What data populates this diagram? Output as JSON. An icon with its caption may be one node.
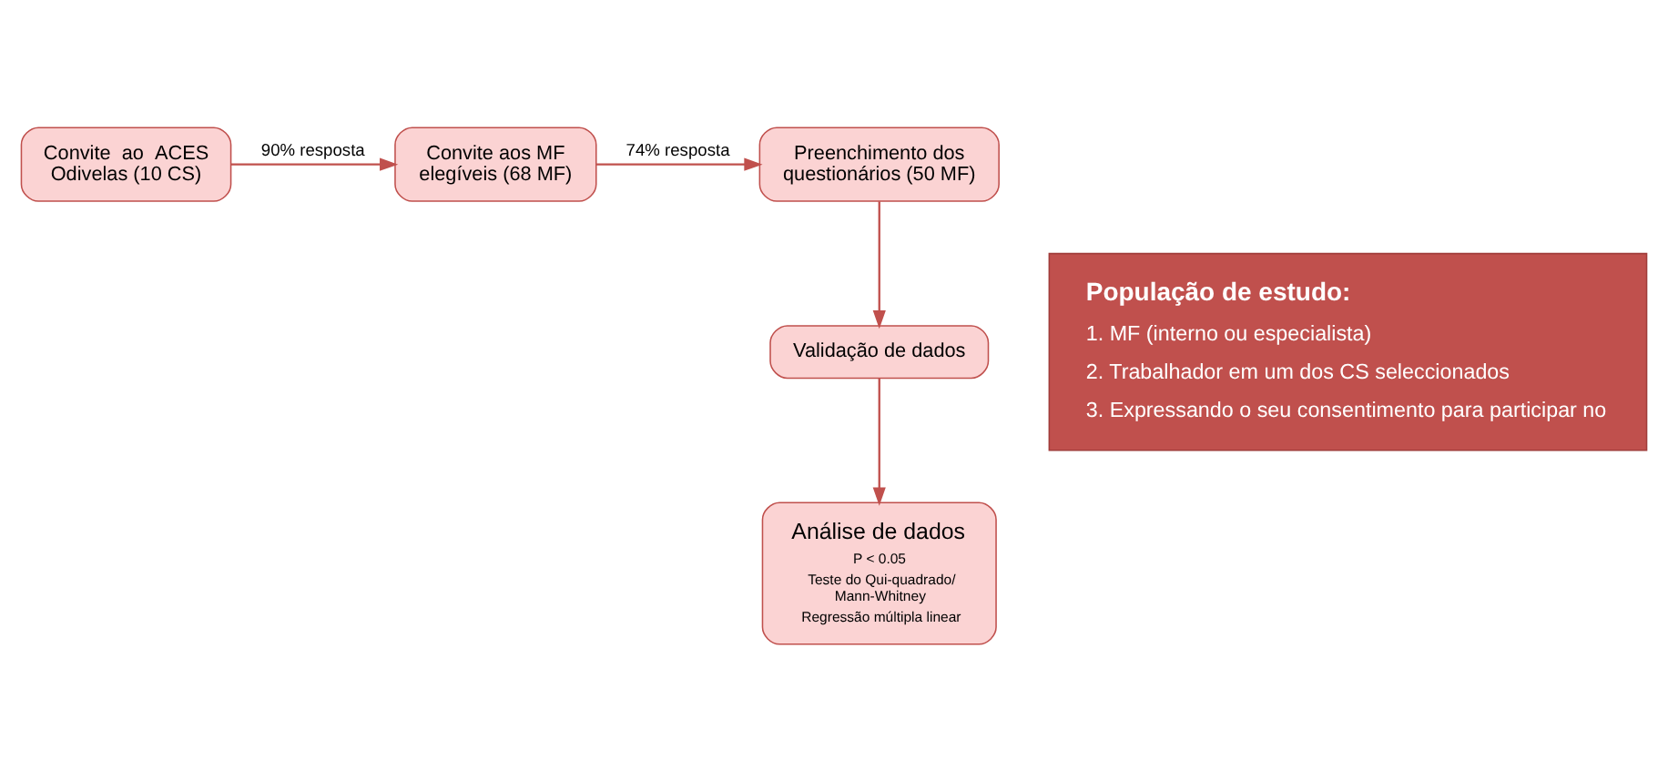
{
  "diagram": {
    "nodes": [
      {
        "text": [
          "Convite  ao  ACES Odivelas (10 CS)"
        ]
      },
      {
        "text": [
          "Convite aos MF elegíveis (68 MF)"
        ]
      },
      {
        "text": [
          "Preenchimento dos questionários (50 MF)"
        ]
      },
      {
        "text": [
          "Validação de dados"
        ]
      },
      {
        "text": [
          "Análise de dados",
          "P < 0.05",
          "Teste do Qui-quadrado/ Mann-Whitney",
          "Regressão múltipla linear"
        ]
      },
      {
        "text": [
          "População de estudo:",
          "1. MF (interno ou especialista)",
          "2. Trabalhador em um dos CS seleccionados",
          "3. Expressando o seu consentimento para participar no"
        ]
      }
    ],
    "edges": [
      {
        "from": 0,
        "to": 1,
        "arrow": "to",
        "label": "90% resposta"
      },
      {
        "from": 1,
        "to": 2,
        "arrow": "to",
        "label": "74% resposta"
      },
      {
        "from": 2,
        "to": 3,
        "arrow": "to"
      },
      {
        "from": 3,
        "to": 4,
        "arrow": "to"
      }
    ]
  }
}
